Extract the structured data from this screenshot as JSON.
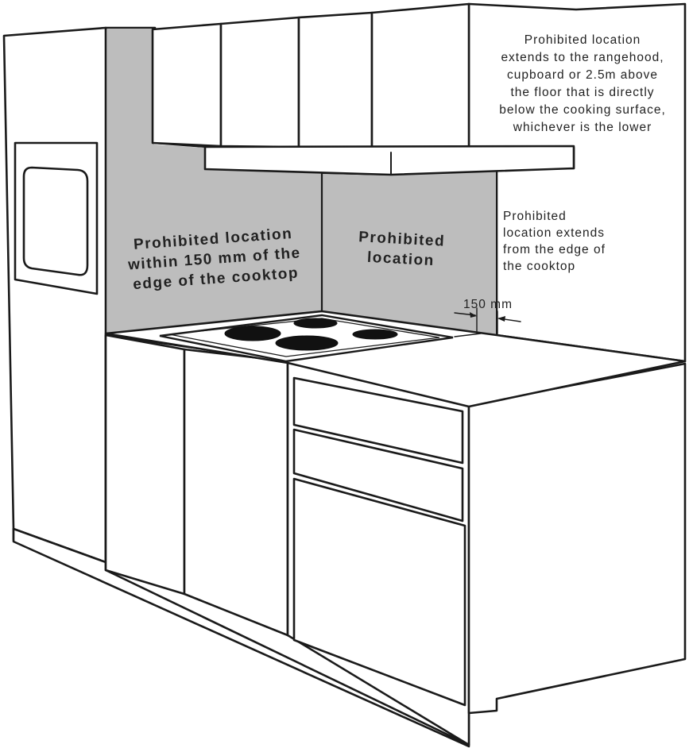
{
  "labels": {
    "side_zone_line1": "Prohibited location",
    "side_zone_line2": "within 150 mm of the",
    "side_zone_line3": "edge of the cooktop",
    "centre_zone_line1": "Prohibited",
    "centre_zone_line2": "location",
    "top_note": [
      "Prohibited location",
      "extends to the rangehood,",
      "cupboard or 2.5m above",
      "the floor that is directly",
      "below the cooking surface,",
      "whichever is the lower"
    ],
    "right_note": [
      "Prohibited",
      "location extends",
      "from the edge of",
      "the cooktop"
    ],
    "dimension": "150 mm"
  },
  "colors": {
    "prohibited_zone": "#bdbdbd",
    "line": "#1a1a1a",
    "burner": "#111111"
  }
}
